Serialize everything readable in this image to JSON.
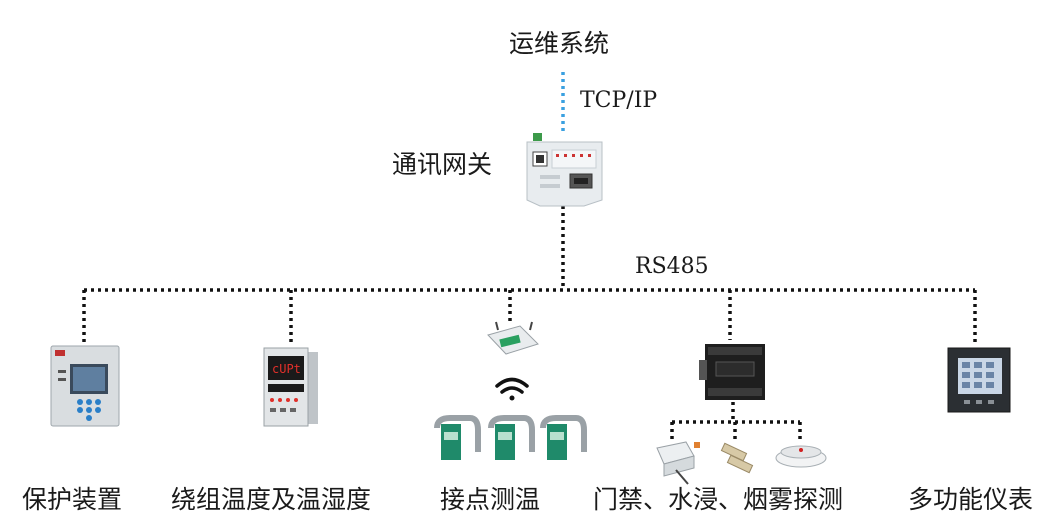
{
  "top": {
    "system_label": "运维系统",
    "protocol_top": "TCP/IP"
  },
  "gateway": {
    "label": "通讯网关"
  },
  "bus": {
    "protocol": "RS485"
  },
  "devices": [
    {
      "label": "保护装置"
    },
    {
      "label": "绕组温度及温湿度"
    },
    {
      "label": "接点测温"
    },
    {
      "label": "门禁、水浸、烟雾探测"
    },
    {
      "label": "多功能仪表"
    }
  ],
  "colors": {
    "tcp_link": "#3aa0e0",
    "bus_line": "#111111",
    "display_red": "#e0302a",
    "panel_blue": "#2a7fc8",
    "sensor_green": "#1f8a6a"
  },
  "icons": [
    "gateway-device",
    "protection-relay",
    "temperature-controller",
    "wireless-receiver",
    "wifi-icon",
    "temperature-sensor",
    "io-controller",
    "water-sensor",
    "smoke-detector",
    "multifunction-meter"
  ]
}
